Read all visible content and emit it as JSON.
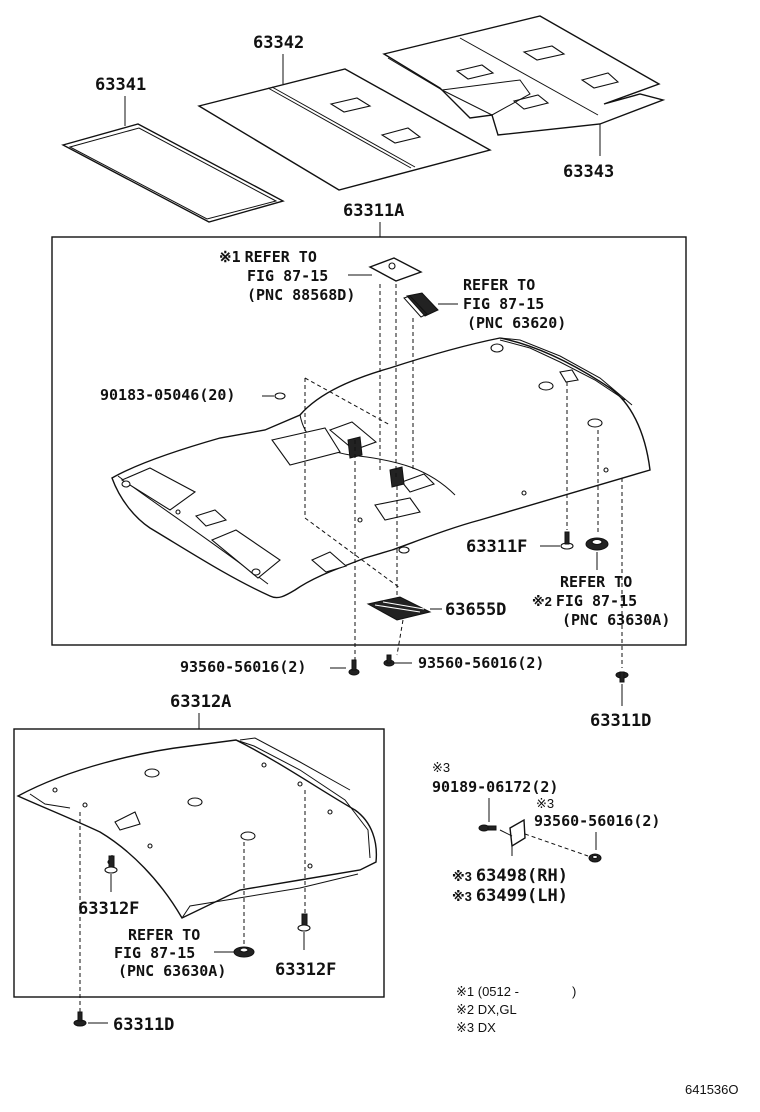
{
  "parts": {
    "p63341": "63341",
    "p63342": "63342",
    "p63343": "63343",
    "p63311A": "63311A",
    "p63312A": "63312A",
    "p63655D": "63655D",
    "p63311F": "63311F",
    "p63311D_top": "63311D",
    "p63311D_bottom": "63311D",
    "p63312F_left": "63312F",
    "p63312F_right": "63312F",
    "clip_90183": "90183-05046(20)",
    "screw_93560_a": "93560-56016(2)",
    "screw_93560_b": "93560-56016(2)",
    "screw_93560_c": "93560-56016(2)",
    "screw_90189": "90189-06172(2)",
    "p63498": "63498(RH)",
    "p63499": "63499(LH)"
  },
  "refs": {
    "r1": {
      "mark": "※1",
      "line1": "REFER TO",
      "line2": "FIG 87-15",
      "line3": "(PNC 88568D)"
    },
    "r2": {
      "line1": "REFER TO",
      "line2": "FIG 87-15",
      "line3": "(PNC 63620)"
    },
    "r3": {
      "mark": "※2",
      "line1": "REFER TO",
      "line2": "FIG 87-15",
      "line3": "(PNC 63630A)"
    },
    "r4": {
      "line1": "REFER TO",
      "line2": "FIG 87-15",
      "line3": "(PNC 63630A)"
    }
  },
  "marks": {
    "m3_a": "※3",
    "m3_b": "※3",
    "m3_c": "※3",
    "m3_d": "※3"
  },
  "footnotes": {
    "n1": "※1 (0512 -",
    "n1_close": ")",
    "n2": "※2 DX,GL",
    "n3": "※3 DX"
  },
  "diagram_id": "641536O"
}
